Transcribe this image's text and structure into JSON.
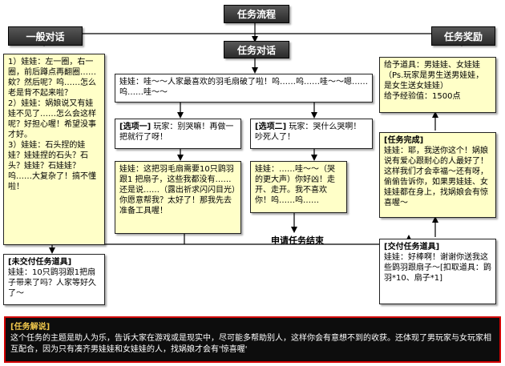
{
  "headers": {
    "main": "任务流程",
    "left": "一般对话",
    "center": "任务对话",
    "right": "任务奖励"
  },
  "general_dialog": {
    "lines": [
      "1）娃娃：左一圈，右一圈，前后蹲点再翻圈……欸？然后呢？呜……怎么老是背不起来啦？",
      "2）娃娃：娲娘说又有娃娃不见了……怎么会这样呢？好担心喔！希望没事才好。",
      "3）娃娃：石头捏的娃娃？娃娃捏的石头？石头？娃娃？石娃娃？呜……大复杂了！搞不懂啦！"
    ]
  },
  "task_dialog": {
    "intro": "娃娃：哇～～人家最喜欢的羽毛扇破了啦！呜……呜……哇～～嗯……呜……哇～～",
    "option1": {
      "title": "[选项一]",
      "text": "玩家：别哭嘛！再做一把就行了呀！"
    },
    "option2": {
      "title": "[选项二]",
      "text": "玩家：哭什么哭啊！吵死人了！"
    },
    "reply1": "娃娃：这把羽毛扇需要10只鹍羽跟1 把扇子，这些我都没有……还是说……（露出祈求闪闪目光）你愿意帮我？太好了！那我先去准备工具喔！",
    "reply2": "娃娃：……哇～～（哭的更大声）你好凶！走开、走开。我不喜欢你！呜……呜……",
    "end": "申请任务结束"
  },
  "unsubmitted": {
    "title": "[未交付任务道具]",
    "text": "娃娃：10只鹍羽跟1把扇子带来了吗？人家等好久了～"
  },
  "submit": {
    "title": "[交付任务道具]",
    "text": "娃娃：好棒啊！谢谢你送我这些鹍羽跟扇子～[扣取道具：鹍羽*10、扇子*1]"
  },
  "complete": {
    "title": "[任务完成]",
    "text": "娃娃：耶，我送你这个！娲娘说有爱心跟耐心的人最好了！这样我们才会幸福～还有呀，偷偷告诉你，如果男娃娃、女娃娃都在身上，找娲娘会有惊喜喔～"
  },
  "reward": {
    "lines": [
      "给予道具：男娃娃、女娃娃（Ps.玩家是男生送男娃娃，是女生送女娃娃）",
      "给予经验值：1500点"
    ]
  },
  "explanation": {
    "title": "[任务解说]",
    "text": "这个任务的主题是助人为乐，告诉大家在游戏或是现实中，尽可能多帮助别人，这样你会有意想不到的收获。还体现了男玩家与女玩家相互配合，因为只有凑齐男娃娃和女娃娃的人，找娲娘才会有'惊喜喔'"
  },
  "colors": {
    "header_bg": "#3a3a3a",
    "box_yellow": "#ffffc8",
    "note_border": "#d00000",
    "note_title": "#f2c94c"
  }
}
